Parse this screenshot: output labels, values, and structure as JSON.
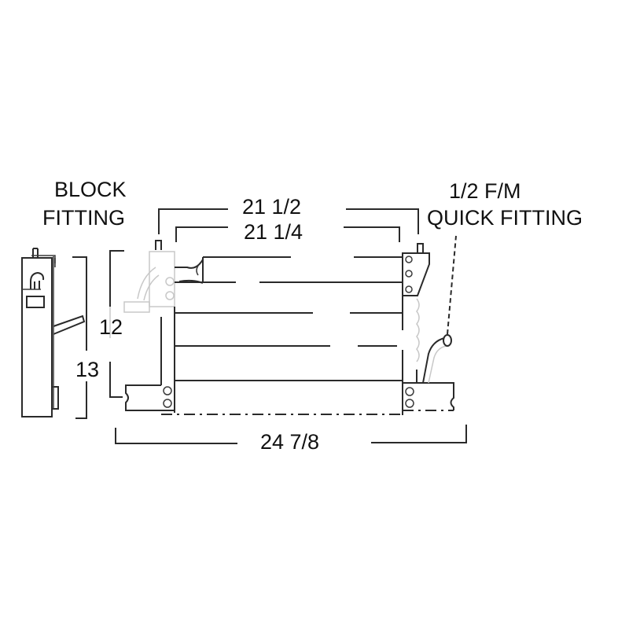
{
  "diagram": {
    "subject": "A/C condenser dimensional drawing",
    "callouts": {
      "block_fitting": {
        "line1": "BLOCK",
        "line2": "FITTING"
      },
      "quick_fitting": {
        "line1": "1/2 F/M",
        "line2": "QUICK FITTING"
      }
    },
    "dimensions": {
      "overall_width_top": "21 1/2",
      "core_width": "21 1/4",
      "overall_width_bottom": "24 7/8",
      "core_height": "12",
      "overall_height": "13"
    },
    "colors": {
      "line": "#2a2a2a",
      "background": "#ffffff",
      "text": "#111111"
    }
  }
}
